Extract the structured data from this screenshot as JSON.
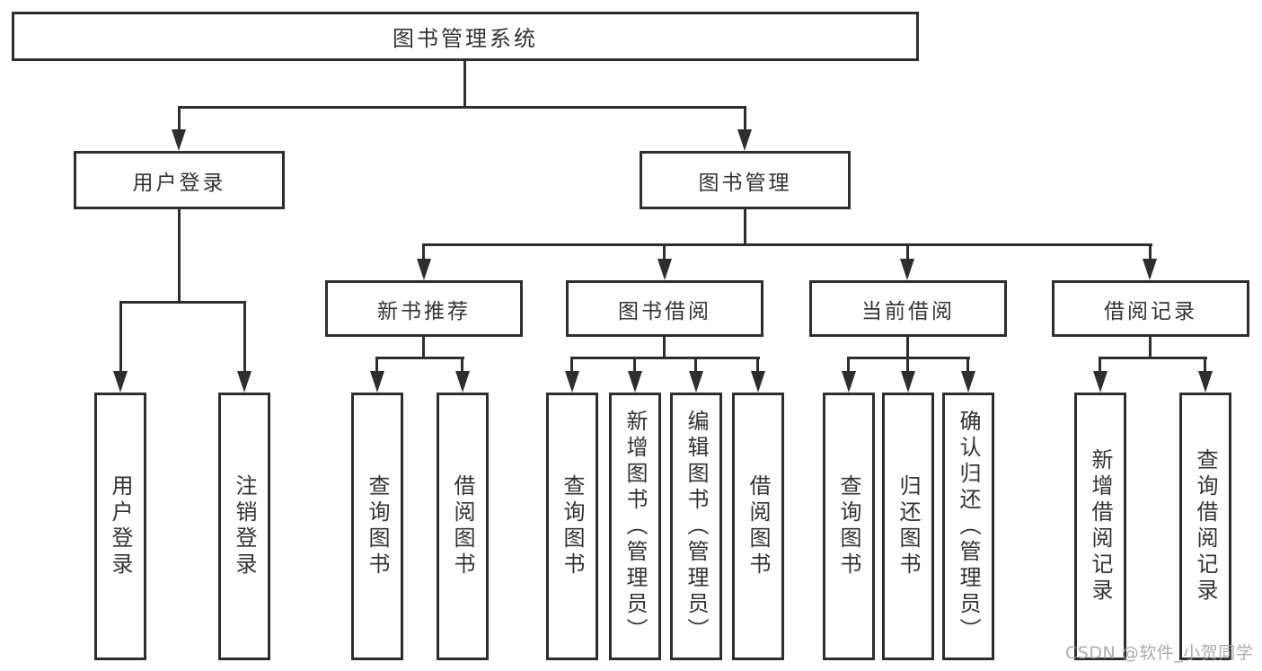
{
  "diagram": {
    "type": "hierarchy-chart",
    "colors": {
      "line": "#2e2e2e",
      "box_border": "#2e2e2e",
      "text": "#333333",
      "background": "#ffffff",
      "watermark": "#9e9e9e"
    },
    "tree": {
      "root": {
        "label": "图书管理系统"
      },
      "branches": [
        {
          "label": "用户登录",
          "children": [
            {
              "label": "用户登录"
            },
            {
              "label": "注销登录"
            }
          ]
        },
        {
          "label": "图书管理",
          "children": [
            {
              "label": "新书推荐",
              "children": [
                {
                  "label": "查询图书"
                },
                {
                  "label": "借阅图书"
                }
              ]
            },
            {
              "label": "图书借阅",
              "children": [
                {
                  "label": "查询图书"
                },
                {
                  "label": "新增图书（管理员）"
                },
                {
                  "label": "编辑图书（管理员）"
                },
                {
                  "label": "借阅图书"
                }
              ]
            },
            {
              "label": "当前借阅",
              "children": [
                {
                  "label": "查询图书"
                },
                {
                  "label": "归还图书"
                },
                {
                  "label": "确认归还（管理员）"
                }
              ]
            },
            {
              "label": "借阅记录",
              "children": [
                {
                  "label": "新增借阅记录"
                },
                {
                  "label": "查询借阅记录"
                }
              ]
            }
          ]
        }
      ]
    }
  },
  "watermark": {
    "text": "CSDN @软件_小贺同学"
  }
}
